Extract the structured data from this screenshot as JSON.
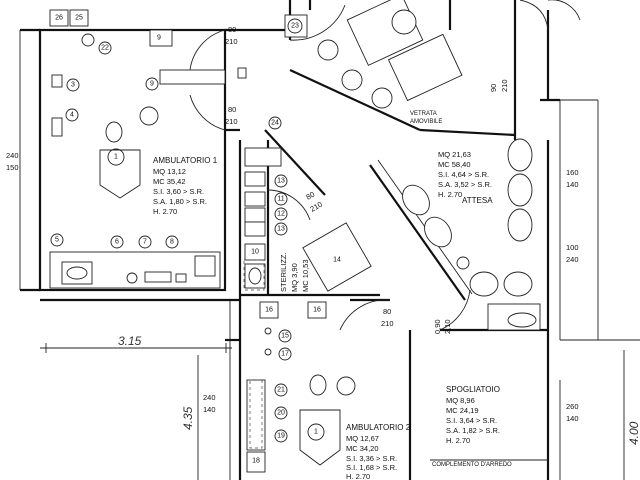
{
  "room_labels": {
    "amb1_name": "AMBULATORIO 1",
    "amb1_mq": "MQ 13,12",
    "amb1_mc": "MC 35,42",
    "amb1_si": "S.I. 3,60 > S.R.",
    "amb1_sa": "S.A. 1,80 > S.R.",
    "amb1_h": "H. 2.70",
    "att_mq": "MQ 21,63",
    "att_mc": "MC 58,40",
    "att_si": "S.I. 4,64 > S.R.",
    "att_sa": "S.A. 3,52 > S.R.",
    "att_h": "H. 2.70",
    "att_name": "ATTESA",
    "vetrata1": "VETRATA",
    "vetrata2": "AMOVIBILE",
    "steril_name": "STERILIZZ.",
    "steril_mq": "MQ 3,90",
    "steril_mc": "MC 10,53",
    "amb2_name": "AMBULATORIO 2",
    "amb2_mq": "MQ 12,67",
    "amb2_mc": "MC 34,20",
    "amb2_si": "S.I. 3,36 > S.R.",
    "amb2_sa": "S.I. 1,68 > S.R.",
    "amb2_h": "H. 2.70",
    "spo_name": "SPOGLIATOIO",
    "spo_mq": "MQ 8,96",
    "spo_mc": "MC 24,19",
    "spo_si": "S.I. 3,64 > S.R.",
    "spo_sa": "S.A. 1,82 > S.R.",
    "spo_h": "H. 2.70",
    "complemento": "COMPLEMENTO D'ARREDO"
  },
  "dimensions": {
    "d_top_a": "80",
    "d_top_b": "210",
    "d_mid_a": "80",
    "d_mid_b": "210",
    "d_90": "90",
    "d_210r": "210",
    "d_160": "160",
    "d_140r": "140",
    "d_left_a": "240",
    "d_left_b": "150",
    "d_ster_a": "80",
    "d_ster_b": "210",
    "d_100": "100",
    "d_240r": "240",
    "d_low_a": "80",
    "d_low_b": "210",
    "d_090": "0,90",
    "d_210c": "2,10",
    "d_240l2": "240",
    "d_140l2": "140",
    "d_260": "260",
    "d_140r2": "140",
    "d_315": "3.15",
    "d_435": "4.35",
    "d_400": "4.00"
  },
  "item_numbers": {
    "n26": "26",
    "n25": "25",
    "n23": "23",
    "n22": "22",
    "n9a": "9",
    "n9b": "9",
    "n3": "3",
    "n4": "4",
    "n1a": "1",
    "n5": "5",
    "n6": "6",
    "n7": "7",
    "n8": "8",
    "n24": "24",
    "n13a": "13",
    "n11": "11",
    "n12": "12",
    "n13b": "13",
    "n10": "10",
    "n14": "14",
    "n16a": "16",
    "n16b": "16",
    "n15": "15",
    "n17": "17",
    "n21": "21",
    "n20": "20",
    "n19": "19",
    "n18": "18",
    "n1b": "1"
  }
}
